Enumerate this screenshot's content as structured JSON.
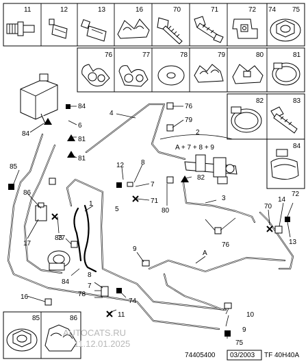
{
  "grid": {
    "row1": [
      {
        "id": "11",
        "label": "11"
      },
      {
        "id": "12",
        "label": "12"
      },
      {
        "id": "13",
        "label": "13"
      },
      {
        "id": "16",
        "label": "16"
      },
      {
        "id": "70",
        "label": "70"
      },
      {
        "id": "71",
        "label": "71"
      },
      {
        "id": "72",
        "label": "72"
      },
      {
        "id": "74",
        "label": "74"
      },
      {
        "id": "75",
        "label": "75"
      }
    ],
    "row2": [
      {
        "id": "76",
        "label": "76"
      },
      {
        "id": "77",
        "label": "77"
      },
      {
        "id": "78",
        "label": "78"
      },
      {
        "id": "79",
        "label": "79"
      },
      {
        "id": "80",
        "label": "80"
      },
      {
        "id": "81",
        "label": "81"
      }
    ],
    "right": [
      {
        "id": "82",
        "label": "82"
      },
      {
        "id": "83",
        "label": "83"
      },
      {
        "id": "84",
        "label": "84"
      }
    ],
    "bottom": [
      {
        "id": "85",
        "label": "85"
      },
      {
        "id": "86",
        "label": "86"
      }
    ]
  },
  "callouts": {
    "c84a": "84",
    "c6": "6",
    "c84b": "84",
    "c81a": "81",
    "c81b": "81",
    "c4": "4",
    "c76a": "76",
    "c79": "79",
    "c2": "2",
    "formula": "A + 7 + 8 + 9",
    "c85": "85",
    "c86": "86",
    "c17": "17",
    "c83": "83",
    "c12": "12",
    "c8a": "8",
    "c7a": "7",
    "c5": "5",
    "c71": "71",
    "c80": "80",
    "c82": "82",
    "c3": "3",
    "c76b": "76",
    "c1": "1",
    "c77": "77",
    "c8b": "8",
    "c84c": "84",
    "c7b": "7",
    "c78": "78",
    "c74": "74",
    "c9a": "9",
    "cA": "A",
    "c70": "70",
    "c14": "14",
    "c72": "72",
    "c13": "13",
    "c16": "16",
    "c11": "11",
    "c10": "10",
    "c9b": "9",
    "c75": "75"
  },
  "footer": {
    "ref": "74405400",
    "date": "03/2003",
    "code": "TF 40H40A"
  },
  "watermark": {
    "line1": "AUTOCATS.RU",
    "line2": "11.12.01.2025"
  }
}
